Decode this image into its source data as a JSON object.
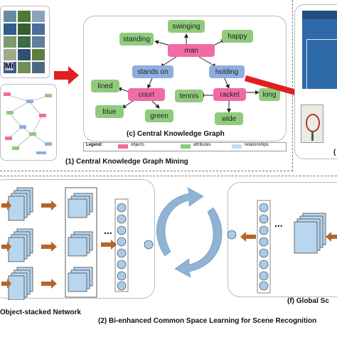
{
  "mining_panel": {
    "photo_label": "Mi",
    "graph_title": "(c)  Central Knowledge Graph",
    "caption": "(1)  Central Knowledge Graph Mining",
    "right_label": "("
  },
  "graph": {
    "nodes": {
      "man": "man",
      "standing": "standing",
      "swinging": "swinging",
      "happy": "happy",
      "stands_on": "stands on",
      "holding": "holding",
      "lined": "lined",
      "court": "court",
      "tennis": "tennis",
      "racket": "racket",
      "long": "long",
      "blue": "blue",
      "green": "green",
      "wide": "wide"
    }
  },
  "legend": {
    "title": "Legend:",
    "objects": "objects",
    "attributes": "attributes",
    "relationships": "relationships"
  },
  "lower_panel": {
    "left_caption": "Object-stacked Network",
    "center_caption": "(2)  Bi-enhanced Common Space Learning for Scene Recognition",
    "right_caption": "(f)  Global Sc",
    "ellipsis_left": "...",
    "ellipsis_right": "..."
  },
  "colors": {
    "object": "#f06ba3",
    "attribute": "#8fcb7b",
    "relationship": "#8faee0",
    "arrow_red": "#e0201e",
    "arrow_brown": "#b5652a",
    "cycle": "#8fb3d4"
  }
}
